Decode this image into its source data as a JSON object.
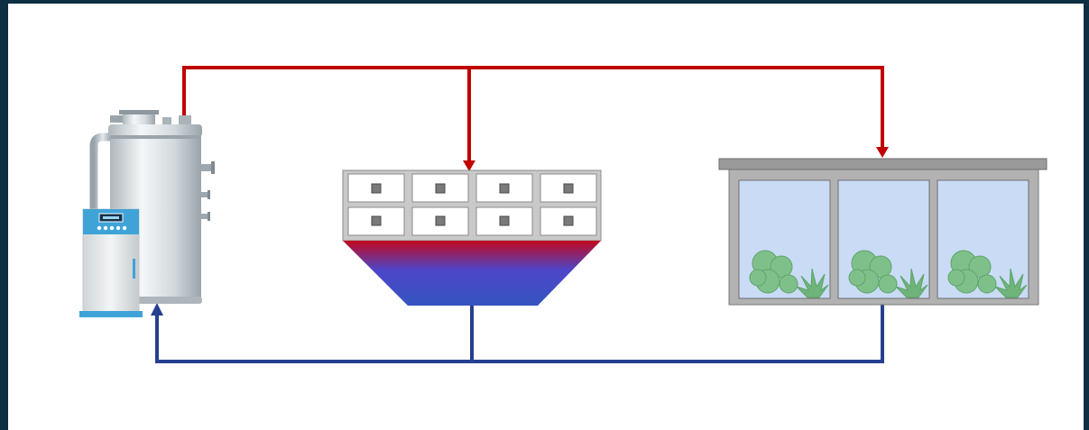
{
  "colors": {
    "frame": "#0c2f44",
    "supply_pipe": "#c00000",
    "return_pipe": "#26408f",
    "boiler_body": "#d7dde0",
    "controller_accent": "#3fa3d8",
    "drawer_frame": "#c9c9c9",
    "greenhouse_glass": "#c9dbf5",
    "greenhouse_frame": "#b2b2b2",
    "plants": "#7fc08a"
  },
  "components": [
    {
      "id": "boiler",
      "icon": "water-heater-boiler-icon"
    },
    {
      "id": "drying-cabinet",
      "icon": "drawer-heat-exchanger-icon"
    },
    {
      "id": "greenhouse",
      "icon": "greenhouse-icon"
    }
  ],
  "connections": [
    {
      "from": "boiler",
      "to": "drying-cabinet",
      "type": "supply"
    },
    {
      "from": "boiler",
      "to": "greenhouse",
      "type": "supply"
    },
    {
      "from": "drying-cabinet",
      "to": "boiler",
      "type": "return"
    },
    {
      "from": "greenhouse",
      "to": "boiler",
      "type": "return"
    }
  ]
}
